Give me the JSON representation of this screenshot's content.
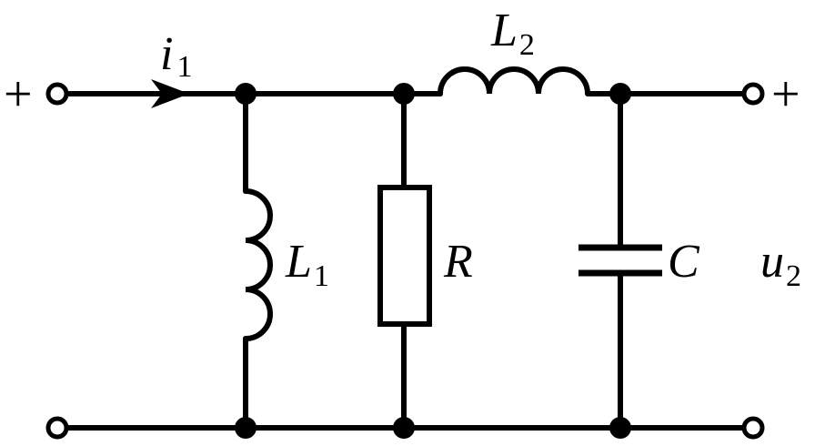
{
  "diagram": {
    "terminals": {
      "in_plus_sign": "+",
      "out_plus_sign": "+"
    },
    "current": {
      "symbol": "i",
      "subscript": "1"
    },
    "output_voltage": {
      "symbol": "u",
      "subscript": "2"
    },
    "components": {
      "inductor_1": {
        "symbol": "L",
        "subscript": "1"
      },
      "inductor_2": {
        "symbol": "L",
        "subscript": "2"
      },
      "resistor": {
        "symbol": "R"
      },
      "capacitor": {
        "symbol": "C"
      }
    },
    "colors": {
      "line": "#000000",
      "background": "#ffffff"
    }
  }
}
